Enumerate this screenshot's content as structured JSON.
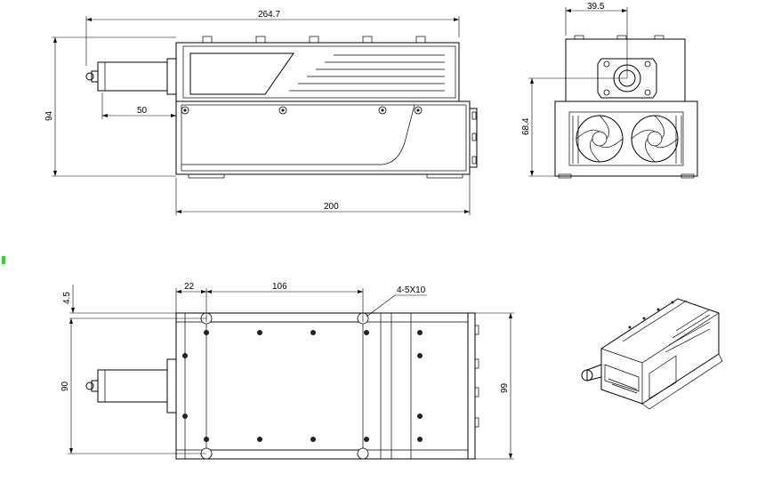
{
  "dimensions": {
    "top_length": "264.7",
    "height_left": "94",
    "knob_length": "50",
    "base_length": "200",
    "end_offset": "39.5",
    "end_height": "68.4",
    "bottom_offset_22": "22",
    "bottom_spacing": "106",
    "slot_spec": "4-5X10",
    "slot_offset": "4.5",
    "bottom_width_90": "90",
    "bottom_width_99": "99"
  },
  "colors": {
    "line": "#000000",
    "marker": "#22dd22"
  }
}
